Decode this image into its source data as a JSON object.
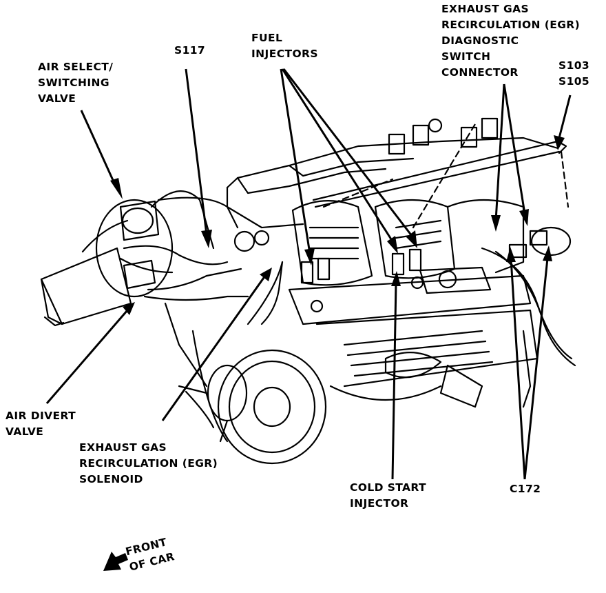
{
  "labels": {
    "air_select": [
      "AIR SELECT/",
      "SWITCHING",
      "VALVE"
    ],
    "s117": [
      "S117"
    ],
    "fuel_injectors": [
      "FUEL",
      "INJECTORS"
    ],
    "egr_diag": [
      "EXHAUST GAS",
      "RECIRCULATION (EGR)",
      "DIAGNOSTIC",
      "SWITCH",
      "CONNECTOR"
    ],
    "s103_s105": [
      "S103",
      "S105"
    ],
    "air_divert": [
      "AIR DIVERT",
      "VALVE"
    ],
    "egr_solenoid": [
      "EXHAUST GAS",
      "RECIRCULATION (EGR)",
      "SOLENOID"
    ],
    "cold_start": [
      "COLD START",
      "INJECTOR"
    ],
    "c172": [
      "C172"
    ],
    "front_of_car": [
      "FRONT",
      "OF CAR"
    ]
  }
}
